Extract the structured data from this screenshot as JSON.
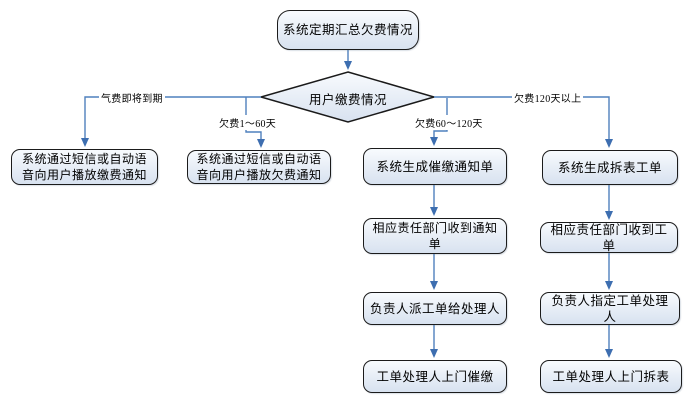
{
  "diagram": {
    "start": {
      "label": "系统定期汇总欠费情况"
    },
    "decision": {
      "label": "用户缴费情况"
    },
    "branch_labels": {
      "due_soon": "气费即将到期",
      "overdue_1_60": "欠费1～60天",
      "overdue_60_120": "欠费60～120天",
      "overdue_120_plus": "欠费120天以上"
    },
    "columns": {
      "due_soon": [
        "系统通过短信或自动语音向用户播放缴费通知"
      ],
      "overdue_1_60": [
        "系统通过短信或自动语音向用户播放欠费通知"
      ],
      "overdue_60_120": [
        "系统生成催缴通知单",
        "相应责任部门收到通知单",
        "负责人派工单给处理人",
        "工单处理人上门催缴"
      ],
      "overdue_120_plus": [
        "系统生成拆表工单",
        "相应责任部门收到工单",
        "负责人指定工单处理人",
        "工单处理人上门拆表"
      ]
    },
    "colors": {
      "connector": "#4f81bd",
      "arrowhead": "#3d6eb0",
      "node_border": "#1b1b1b",
      "node_fill_top": "#f8fbfe",
      "node_fill_bottom": "#d8e2f0",
      "text": "#000000",
      "background": "#ffffff"
    }
  }
}
